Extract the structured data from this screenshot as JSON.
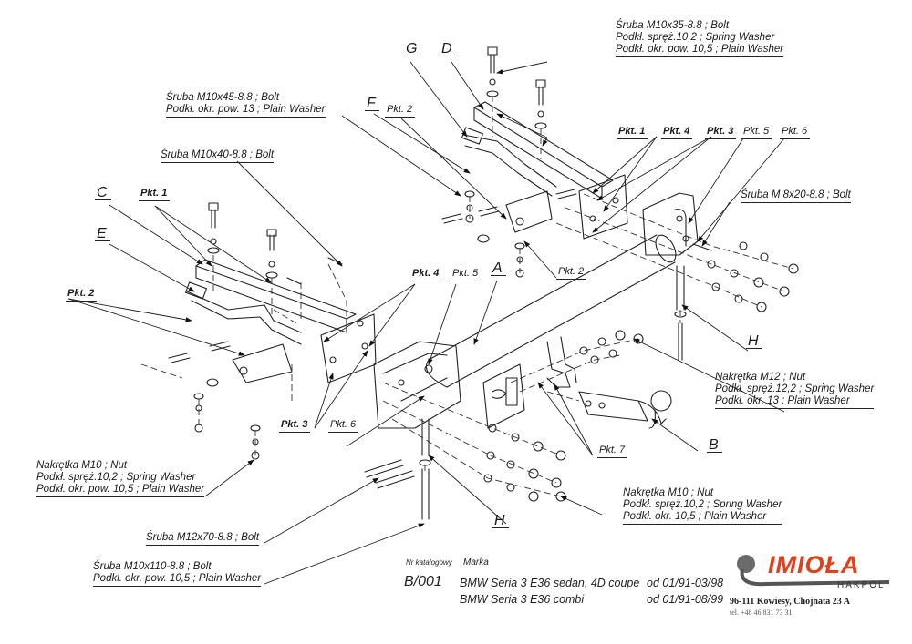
{
  "part_letters": {
    "A": "A",
    "B": "B",
    "C": "C",
    "D": "D",
    "E": "E",
    "F": "F",
    "G": "G",
    "H_right": "H",
    "H_bottom": "H"
  },
  "points": {
    "pkt1_left": "Pkt. 1",
    "pkt1_right": "Pkt. 1",
    "pkt2_left": "Pkt. 2",
    "pkt2_top": "Pkt. 2",
    "pkt2_mid": "Pkt. 2",
    "pkt3_left": "Pkt. 3",
    "pkt3_right": "Pkt. 3",
    "pkt4_left": "Pkt. 4",
    "pkt4_right": "Pkt. 4",
    "pkt5_left": "Pkt. 5",
    "pkt5_right": "Pkt. 5",
    "pkt6_left": "Pkt. 6",
    "pkt6_right": "Pkt. 6",
    "pkt7": "Pkt. 7"
  },
  "callouts": {
    "top_right_bolt": [
      "Śruba M10x35-8.8 ;  Bolt",
      "Podkł. spręż.10,2 ; Spring Washer",
      "Podkł. okr. pow. 10,5 ; Plain Washer"
    ],
    "m10x45": [
      "Śruba M10x45-8.8 ;  Bolt",
      "Podkł. okr. pow. 13 ; Plain Washer"
    ],
    "m10x40": [
      "Śruba M10x40-8.8 ;  Bolt"
    ],
    "m8x20": [
      "Śruba M 8x20-8.8 ;  Bolt"
    ],
    "nut_m12": [
      "Nakrętka  M12 ; Nut",
      "Podkł. spręż.12,2 ; Spring Washer",
      "Podkł. okr. 13 ; Plain Washer"
    ],
    "nut_m10_left": [
      "Nakrętka  M10 ; Nut",
      "Podkł. spręż.10,2 ; Spring Washer",
      "Podkł. okr. pow. 10,5 ; Plain Washer"
    ],
    "nut_m10_right": [
      "Nakrętka  M10 ; Nut",
      "Podkł. spręż.10,2 ; Spring Washer",
      "Podkł. okr. 10,5 ; Plain Washer"
    ],
    "m12x70": [
      "Śruba M12x70-8.8 ;  Bolt"
    ],
    "m10x110": [
      "Śruba M10x110-8.8 ;  Bolt",
      "Podkł. okr. pow. 10,5 ; Plain Washer"
    ]
  },
  "title_block": {
    "catalog_header": "Nr katalogowy",
    "brand_header": "Marka",
    "catalog_no": "B/001",
    "rows": [
      {
        "model": "BMW Seria 3  E36 sedan, 4D coupe",
        "period": "od 01/91-03/98"
      },
      {
        "model": "BMW Seria 3  E36 combi",
        "period": "od 01/91-08/99"
      }
    ]
  },
  "company": {
    "logo": "IMIOŁA",
    "sub": "HAKPOL",
    "address": "96-111 Kowiesy, Chojnata 23 A",
    "phone": "tel. +48 46 831 73 31",
    "brand_color": "#e0401c"
  }
}
